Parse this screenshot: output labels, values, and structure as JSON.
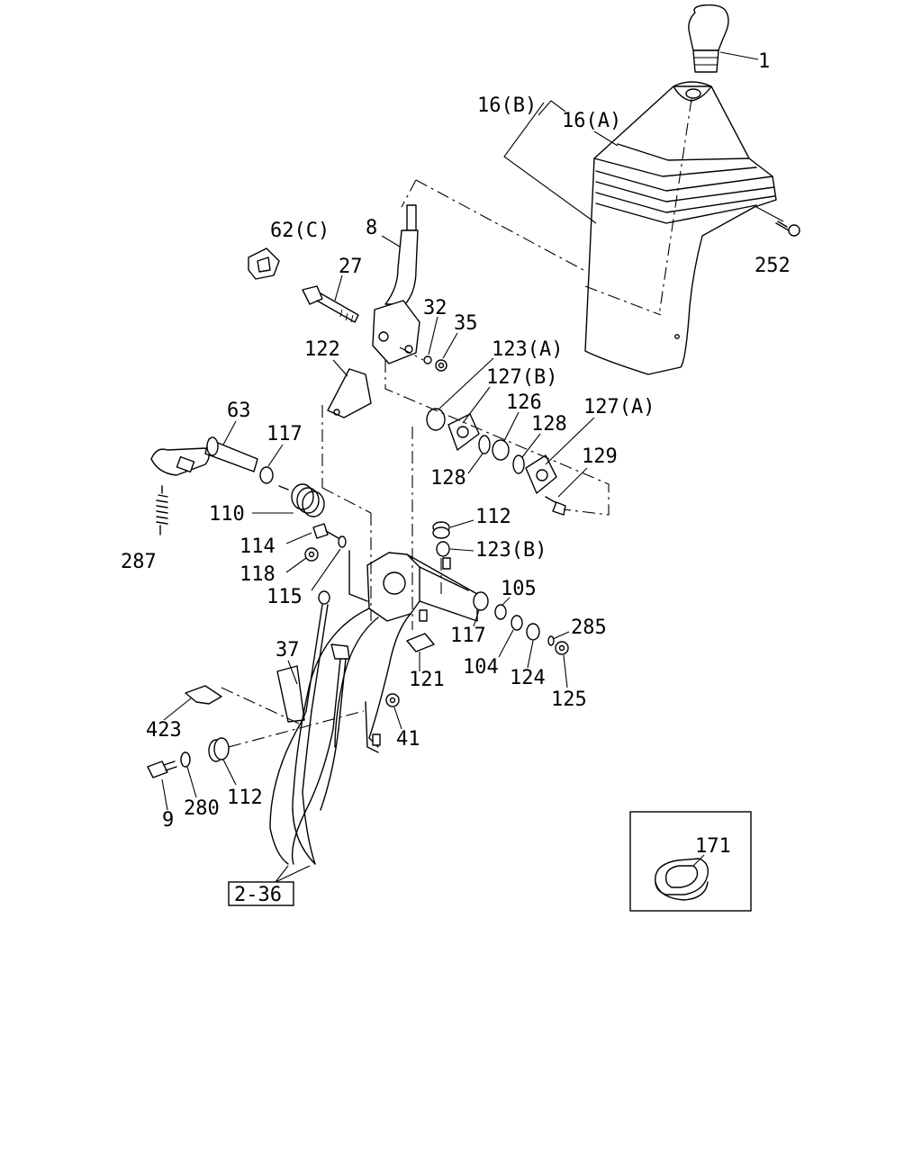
{
  "labels": {
    "p1": "1",
    "p16b": "16(B)",
    "p16a": "16(A)",
    "p252": "252",
    "p8": "8",
    "p62c": "62(C)",
    "p27": "27",
    "p32": "32",
    "p35": "35",
    "p122": "122",
    "p123a": "123(A)",
    "p127b": "127(B)",
    "p126": "126",
    "p128a": "128",
    "p127a": "127(A)",
    "p128b": "128",
    "p129": "129",
    "p63": "63",
    "p117a": "117",
    "p110": "110",
    "p287": "287",
    "p114": "114",
    "p118": "118",
    "p115": "115",
    "p112a": "112",
    "p123b": "123(B)",
    "p105": "105",
    "p285": "285",
    "p117b": "117",
    "p104": "104",
    "p124": "124",
    "p125": "125",
    "p121": "121",
    "p37": "37",
    "p423": "423",
    "p41": "41",
    "p9": "9",
    "p280": "280",
    "p112b": "112",
    "ref236": "2-36",
    "p171": "171"
  }
}
